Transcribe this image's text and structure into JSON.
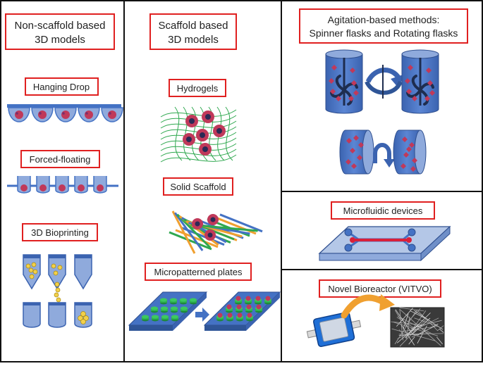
{
  "columns": {
    "left": {
      "header": [
        "Non-scaffold based",
        "3D models"
      ],
      "items": [
        "Hanging Drop",
        "Forced-floating",
        "3D Bioprinting"
      ]
    },
    "middle": {
      "header": [
        "Scaffold based",
        "3D models"
      ],
      "items": [
        "Hydrogels",
        "Solid Scaffold",
        "Micropatterned plates"
      ]
    },
    "right": {
      "header": [
        "Agitation-based methods:",
        "Spinner flasks and Rotating flasks"
      ],
      "items": [
        "Microfluidic devices",
        "Novel Bioreactor (VITVO)"
      ]
    }
  },
  "colors": {
    "label_border": "#e02020",
    "vessel_blue": "#4472c4",
    "vessel_light": "#8faadc",
    "cell_red": "#c0395a",
    "spheroid_purple": "#7b2d6a",
    "fiber_green": "#2fa84f",
    "fiber_orange": "#f0a030",
    "bead_yellow": "#f2d04a"
  }
}
